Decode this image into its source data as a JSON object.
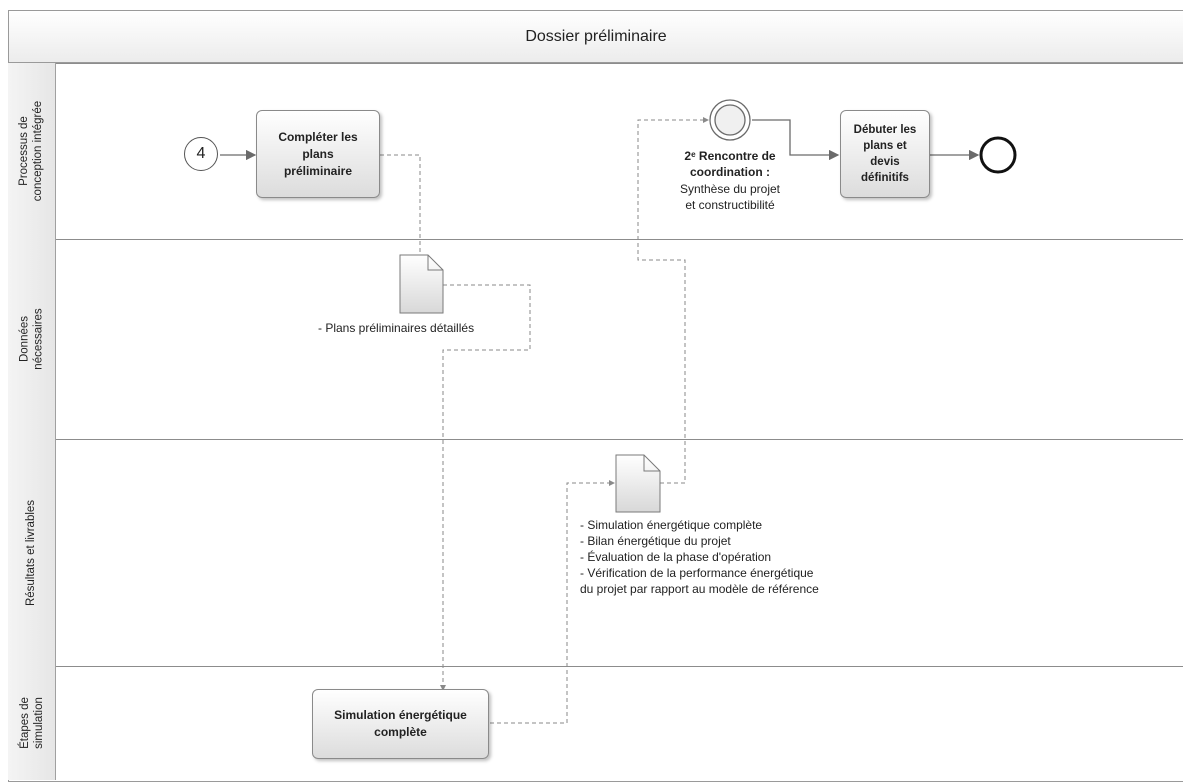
{
  "pool": {
    "title": "Dossier préliminaire",
    "lanes": [
      {
        "label": "Processus de\nconception intégrée"
      },
      {
        "label": "Données\nnécessaires"
      },
      {
        "label": "Résultats et livrables"
      },
      {
        "label": "Étapes de\nsimulation"
      }
    ]
  },
  "elements": {
    "start_ref": "4",
    "task_complete_plans": "Compléter les\nplans\npréliminaire",
    "meeting_title": "2ᵉ Rencontre de\ncoordination :",
    "meeting_desc": "Synthèse du projet\net constructibilité",
    "task_start_plans": "Débuter les\nplans et\ndevis\ndéfinitifs",
    "doc_data_caption": "- Plans préliminaires détaillés",
    "doc_results_caption": "- Simulation énergétique complète\n- Bilan énergétique du projet\n- Évaluation de la phase d'opération\n- Vérification de la performance énergétique\ndu projet par rapport au modèle de référence",
    "task_simulation": "Simulation énergétique\ncomplète"
  },
  "colors": {
    "line": "#6a6a6a",
    "dashed": "#8a8a8a",
    "lane_border": "#8c8c8c"
  }
}
